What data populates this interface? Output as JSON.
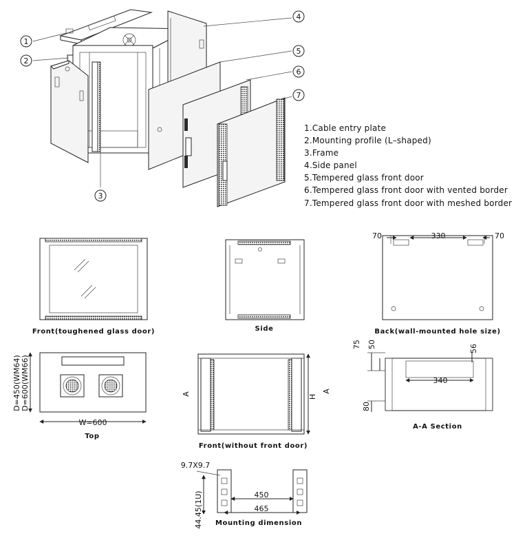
{
  "legend": {
    "items": [
      "1.Cable entry plate",
      "2.Mounting profile (L–shaped)",
      "3.Frame",
      "4.Side panel",
      "5.Tempered glass front door",
      "6.Tempered glass front door with vented border",
      "7.Tempered glass front door with meshed border"
    ]
  },
  "callouts": [
    "1",
    "2",
    "3",
    "4",
    "5",
    "6",
    "7"
  ],
  "views": {
    "front_glass": "Front(toughened glass door)",
    "side": "Side",
    "back": "Back(wall-mounted hole size)",
    "top": "Top",
    "front_no_door": "Front(without front door)",
    "section": "A-A Section",
    "mounting": "Mounting dimension"
  },
  "dims": {
    "back_left": "70",
    "back_mid": "330",
    "back_right": "70",
    "top_width": "W=600",
    "top_depth_a": "D=450(WM64)",
    "top_depth_b": "D=600(WM66)",
    "front_height": "H",
    "front_a_left": "A",
    "front_a_right": "A",
    "sec_75": "75",
    "sec_50": "50",
    "sec_56": "56",
    "sec_340": "340",
    "sec_80": "80",
    "mount_hole": "9.7X9.7",
    "mount_450": "450",
    "mount_465": "465",
    "mount_1u": "44.45(1U)"
  }
}
